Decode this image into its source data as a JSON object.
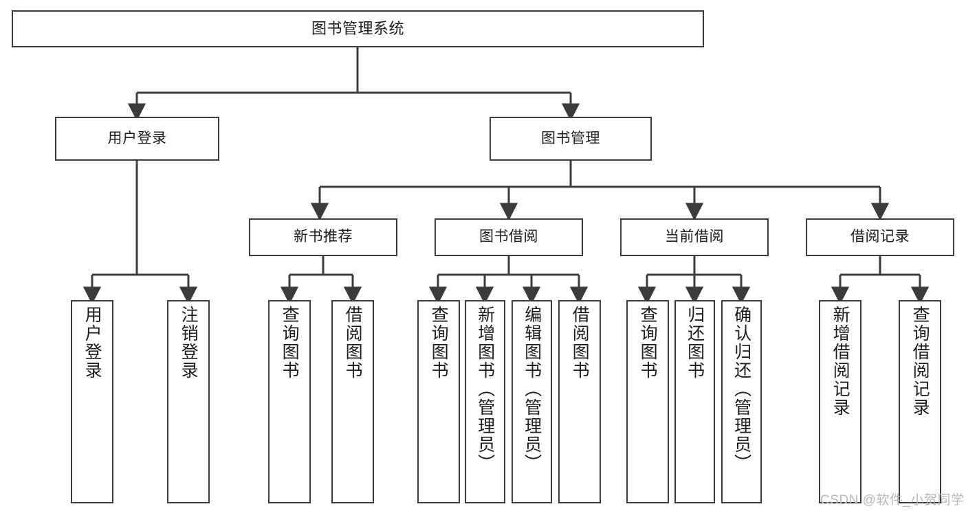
{
  "diagram": {
    "title": "图书管理系统",
    "type": "tree-hierarchy-chart",
    "root": {
      "label": "图书管理系统"
    },
    "level2": [
      {
        "label": "用户登录"
      },
      {
        "label": "图书管理"
      }
    ],
    "level3": [
      {
        "label": "新书推荐"
      },
      {
        "label": "图书借阅"
      },
      {
        "label": "当前借阅"
      },
      {
        "label": "借阅记录"
      }
    ],
    "leaves": {
      "user_login": [
        {
          "label": "用户登录"
        },
        {
          "label": "注销登录"
        }
      ],
      "new_book_recommend": [
        {
          "label": "查询图书"
        },
        {
          "label": "借阅图书"
        }
      ],
      "book_borrow": [
        {
          "label": "查询图书"
        },
        {
          "label": "新增图书（管理员）"
        },
        {
          "label": "编辑图书（管理员）"
        },
        {
          "label": "借阅图书"
        }
      ],
      "current_borrow": [
        {
          "label": "查询图书"
        },
        {
          "label": "归还图书"
        },
        {
          "label": "确认归还（管理员）"
        }
      ],
      "borrow_record": [
        {
          "label": "新增借阅记录"
        },
        {
          "label": "查询借阅记录"
        }
      ]
    }
  },
  "watermark": {
    "text": "CSDN @软件_小贺同学"
  },
  "colors": {
    "stroke": "#3b3b3b",
    "text": "#1c1c1c",
    "background": "#ffffff",
    "watermark": "#b8b8b8"
  }
}
